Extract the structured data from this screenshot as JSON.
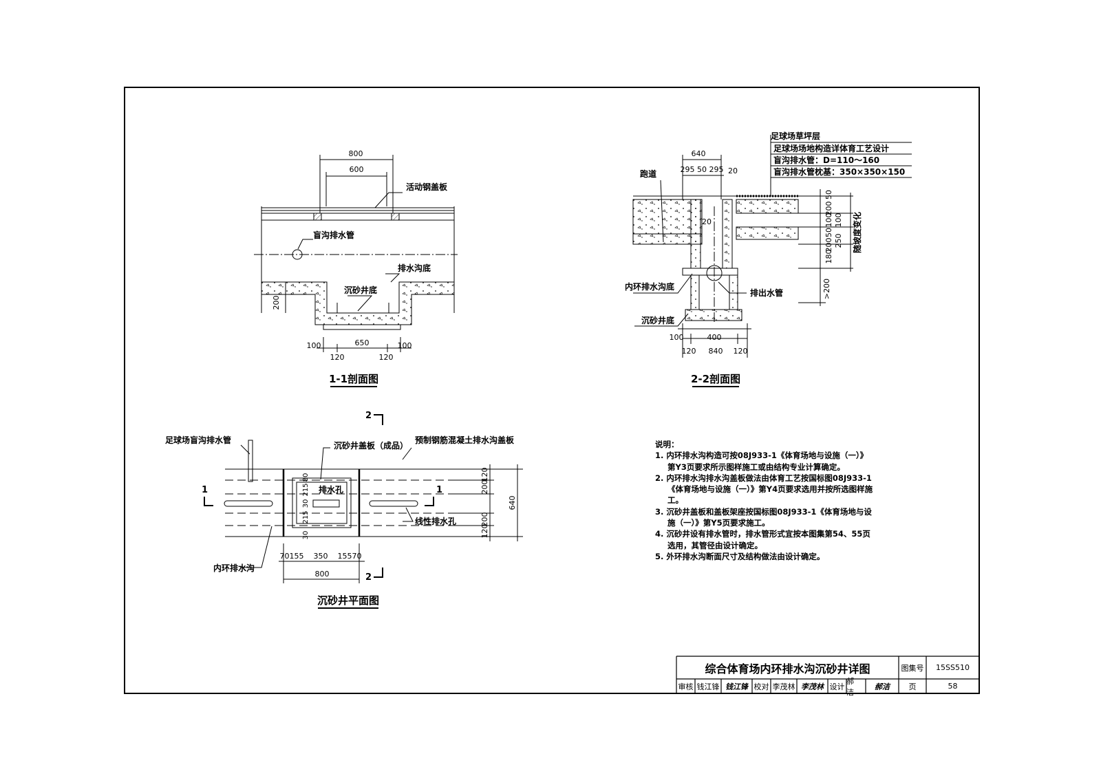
{
  "section11": {
    "title": "1-1剖面图",
    "dims": {
      "top_outer": "800",
      "top_inner": "600",
      "depth": "200",
      "bottom_left": "100",
      "bottom_mid": "650",
      "bottom_right": "100",
      "wall_left": "120",
      "wall_right": "120"
    },
    "labels": {
      "cover": "活动钢盖板",
      "pipe": "盲沟排水管",
      "trench_bottom": "排水沟底",
      "pit_bottom": "沉砂井底"
    }
  },
  "section22": {
    "title": "2-2剖面图",
    "dims": {
      "top": "640",
      "top_split": "295 50 295",
      "top_right": "20",
      "inner_20": "20",
      "left_100": "100",
      "bottom_400": "400",
      "b120a": "120",
      "b840": "840",
      "b120b": "120",
      "v50": "50",
      "v200": "200",
      "v100": "100",
      "v100b": "100",
      "v50b": "50",
      "v200b": "200",
      "v180": "180",
      "v250": "250",
      "v200c": ">200",
      "slope": "随坡度变化"
    },
    "labels": {
      "track": "跑道",
      "inner_trench_bottom": "内环排水沟底",
      "outlet": "排出水管",
      "pit_bottom": "沉砂井底"
    },
    "layers": [
      "足球场草坪层",
      "足球场场地构造详体育工艺设计",
      "盲沟排水管：D=110～160",
      "盲沟排水管枕基：350×350×150"
    ]
  },
  "plan": {
    "title": "沉砂井平面图",
    "marks": {
      "s1": "1",
      "s2": "2"
    },
    "labels": {
      "field_pipe": "足球场盲沟排水管",
      "pit_cover": "沉砂井盖板（成品）",
      "precast_cover": "预制钢筋混凝土排水沟盖板",
      "drain_hole": "排水孔",
      "linear_hole": "线性排水孔",
      "inner_trench": "内环排水沟"
    },
    "dims": {
      "v80": "80",
      "v215a": "215",
      "v30": "30",
      "v215b": "215",
      "v30b": "30",
      "r120a": "120",
      "r200a": "200",
      "r200b": "200",
      "r120b": "120",
      "r640": "640",
      "bottom_row": "70155    350    15570",
      "bottom_800": "800"
    }
  },
  "notes": {
    "heading": "说明：",
    "items": [
      "1. 内环排水沟构造可按08J933-1《体育场地与设施（一）》第Y3页要求所示图样施工或由结构专业计算确定。",
      "2. 内环排水沟排水沟盖板做法由体育工艺按国标图08J933-1《体育场地与设施（一）》第Y4页要求选用并按所选图样施工。",
      "3. 沉砂井盖板和盖板架座按国标图08J933-1《体育场地与设施（一）》第Y5页要求施工。",
      "4. 沉砂井设有排水管时，排水管形式宜按本图集第54、55页选用，其管径由设计确定。",
      "5. 外环排水沟断面尺寸及结构做法由设计确定。"
    ]
  },
  "titleblock": {
    "title": "综合体育场内环排水沟沉砂井详图",
    "atlas_label": "图集号",
    "atlas_no": "15SS510",
    "page_label": "页",
    "page_no": "58",
    "review_label": "审核",
    "reviewer": "钱江锋",
    "reviewer_sig": "钱江锋",
    "check_label": "校对",
    "checker": "李茂林",
    "checker_sig": "李茂林",
    "design_label": "设计",
    "designer": "郝　洁",
    "designer_sig": "郝洁"
  }
}
